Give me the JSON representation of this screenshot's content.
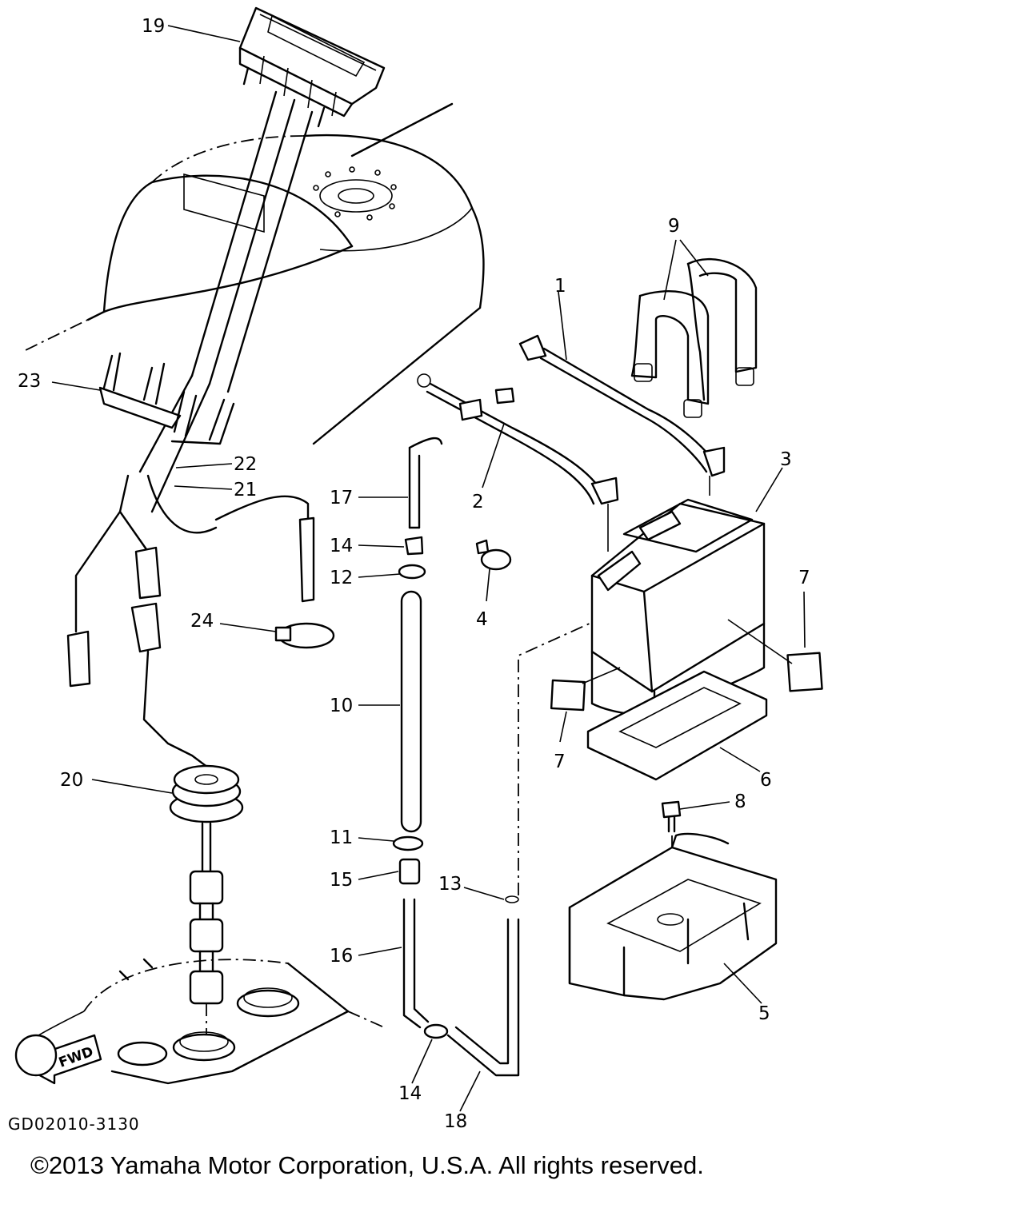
{
  "diagram": {
    "part_code": "GD02010-3130",
    "fwd_label": "FWD",
    "copyright": "©2013 Yamaha Motor Corporation, U.S.A. All rights reserved.",
    "callouts": {
      "c1": "1",
      "c2": "2",
      "c3": "3",
      "c4": "4",
      "c5": "5",
      "c6": "6",
      "c7a": "7",
      "c7b": "7",
      "c8": "8",
      "c9": "9",
      "c10": "10",
      "c11": "11",
      "c12": "12",
      "c13": "13",
      "c14a": "14",
      "c14b": "14",
      "c15": "15",
      "c16": "16",
      "c17": "17",
      "c18": "18",
      "c19": "19",
      "c20": "20",
      "c21": "21",
      "c22": "22",
      "c23": "23",
      "c24": "24"
    }
  }
}
